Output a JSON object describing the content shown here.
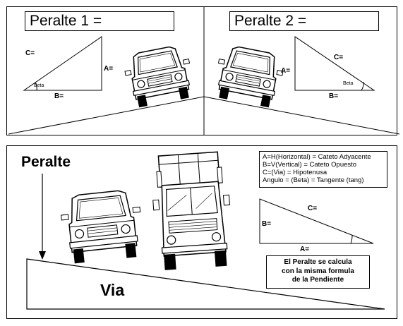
{
  "top": {
    "left_title": "Peralte 1 =",
    "right_title": "Peralte 2 =",
    "left_triangle": {
      "c": "C=",
      "a": "A=",
      "b": "B=",
      "angle": "Beta"
    },
    "right_triangle": {
      "c": "C=",
      "a": "A=",
      "b": "B=",
      "angle": "Beta"
    }
  },
  "bottom": {
    "title": "Peralte",
    "road": "Via",
    "legend": [
      "A=H(Horizontal) = Cateto Adyacente",
      "B=V(Vertical) = Cateto Opuesto",
      "C=(Via) = Hipotenusa",
      "Angulo = (Beta) = Tangente (tang)"
    ],
    "triangle": {
      "c": "C=",
      "b": "B=",
      "a": "A="
    },
    "note": [
      "El Peralte se calcula",
      "con la misma formula",
      "de la Pendiente"
    ]
  }
}
